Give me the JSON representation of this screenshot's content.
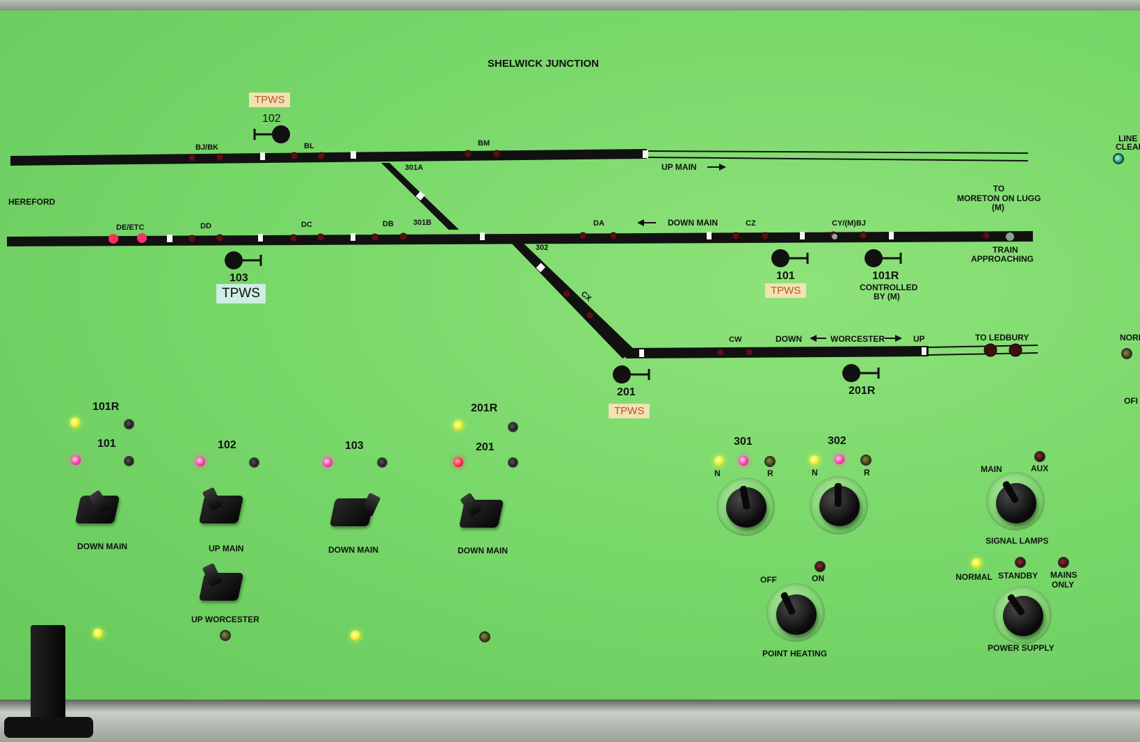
{
  "title": "SHELWICK JUNCTION",
  "places": {
    "hereford": "HEREFORD",
    "to_moreton": [
      "TO",
      "MORETON ON LUGG",
      "(M)"
    ],
    "to_ledbury": "TO LEDBURY",
    "line_clear": [
      "LINE",
      "CLEAR"
    ],
    "norm_edge": "NORI",
    "off_edge": "OFI"
  },
  "lines": {
    "up_main": "UP MAIN",
    "down_main": "DOWN MAIN",
    "down": "DOWN",
    "worcester": "WORCESTER",
    "up": "UP"
  },
  "track_sections": [
    "BJ/BK",
    "BL",
    "BM",
    "301A",
    "301B",
    "DE/ETC",
    "DD",
    "DC",
    "DB",
    "DA",
    "CZ",
    "CY/(M)BJ",
    "302",
    "CX",
    "CW"
  ],
  "train_approaching": [
    "TRAIN",
    "APPROACHING"
  ],
  "signals": {
    "s102": "102",
    "s103": "103",
    "s101": "101",
    "s101r": "101R",
    "s101r_note": [
      "CONTROLLED",
      "BY (M)"
    ],
    "s201": "201",
    "s201r": "201R"
  },
  "tpws_tag": "TPWS",
  "controls": {
    "indicator_101r": "101R",
    "indicator_101": "101",
    "indicator_102": "102",
    "indicator_103": "103",
    "indicator_201r": "201R",
    "indicator_201": "201",
    "switch_101": "DOWN MAIN",
    "switch_102": "UP MAIN",
    "switch_103": "DOWN MAIN",
    "switch_201": "DOWN MAIN",
    "switch_up_worcester": "UP WORCESTER",
    "points_301": "301",
    "points_302": "302",
    "points_n": "N",
    "points_r": "R",
    "signal_lamps": "SIGNAL LAMPS",
    "signal_lamps_main": "MAIN",
    "signal_lamps_aux": "AUX",
    "point_heating": "POINT HEATING",
    "point_heating_off": "OFF",
    "point_heating_on": "ON",
    "power_supply": "POWER SUPPLY",
    "power_normal": "NORMAL",
    "power_standby": "STANDBY",
    "power_mains_only": [
      "MAINS",
      "ONLY"
    ]
  },
  "colors": {
    "panel": "#79d86a",
    "track": "#111111",
    "tag": "#f2e1b2",
    "tag_blue": "#cdeee4"
  }
}
